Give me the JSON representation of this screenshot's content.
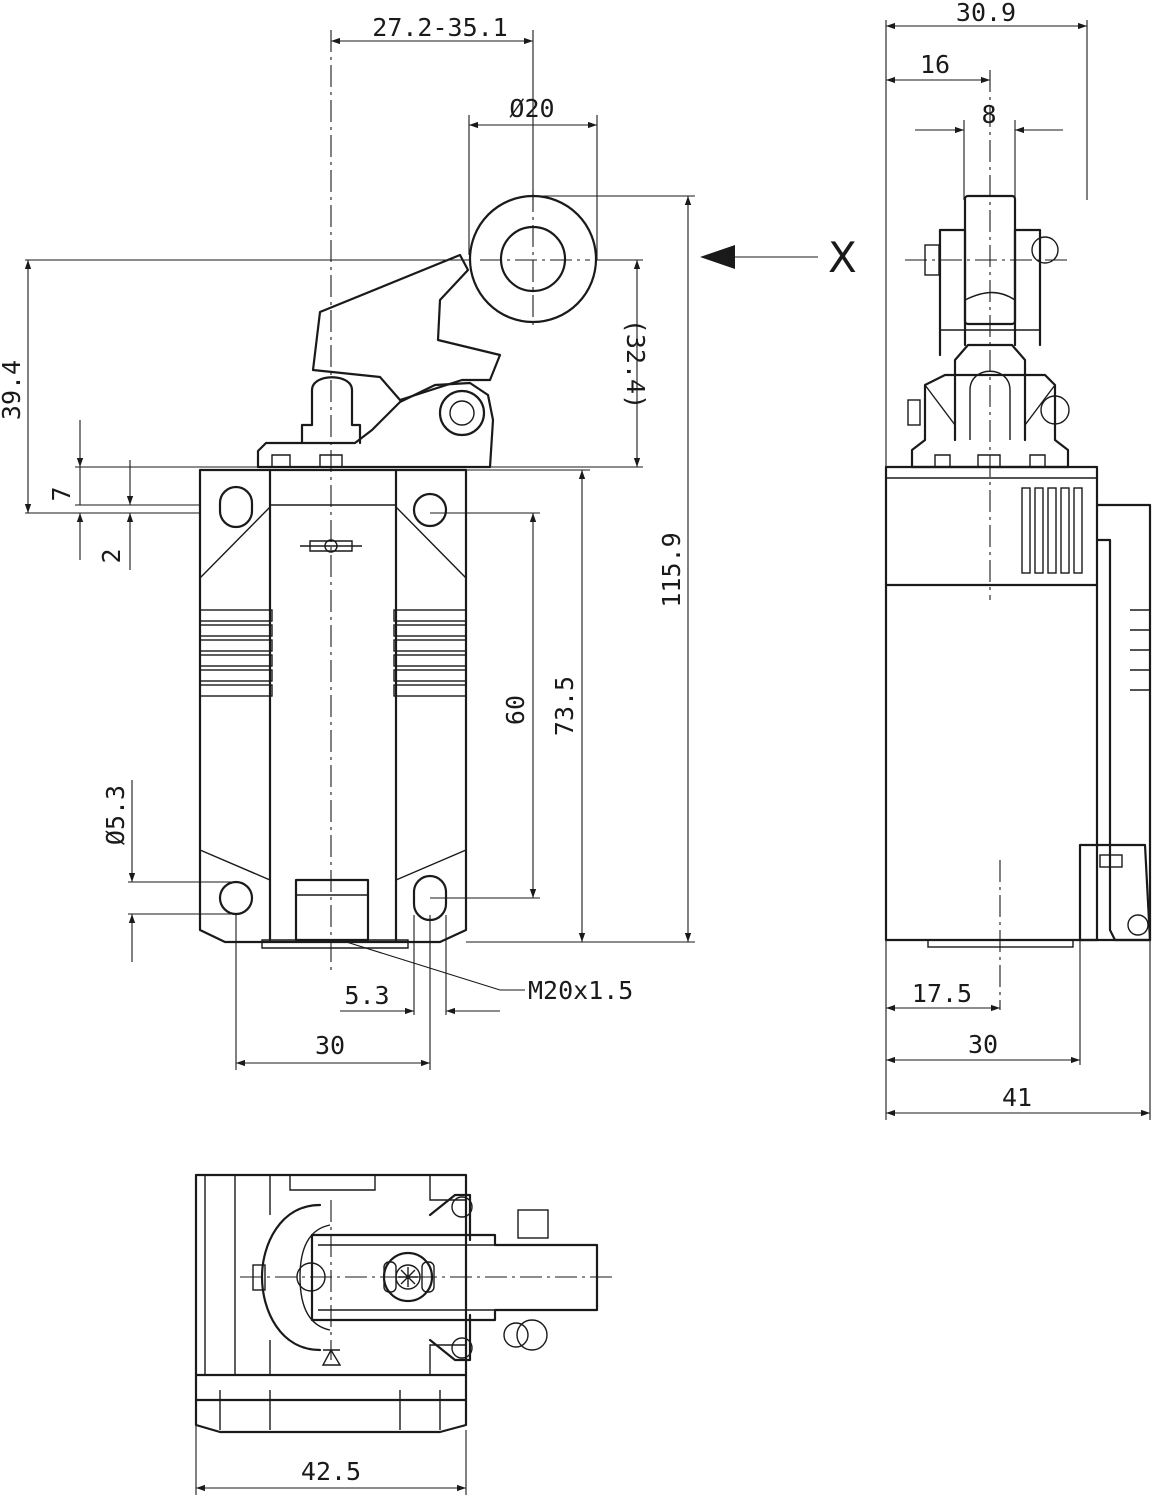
{
  "front_view": {
    "dims": {
      "d_27_35": "27.2-35.1",
      "d_20": "Ø20",
      "d_39_4": "39.4",
      "d_7": "7",
      "d_2": "2",
      "d_32_4": "(32.4)",
      "d_115_9": "115.9",
      "d_73_5": "73.5",
      "d_60": "60",
      "d_5_3_hole": "Ø5.3",
      "d_5_3": "5.3",
      "d_30": "30",
      "thread": "M20x1.5"
    }
  },
  "view_marker": {
    "label": "X"
  },
  "side_view": {
    "dims": {
      "d_30_9": "30.9",
      "d_16": "16",
      "d_8": "8",
      "d_17_5": "17.5",
      "d_30": "30",
      "d_41": "41"
    }
  },
  "bottom_view": {
    "dims": {
      "d_42_5": "42.5"
    }
  }
}
